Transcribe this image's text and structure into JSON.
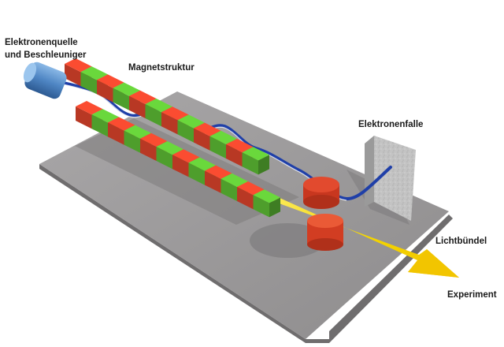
{
  "labels": {
    "source_line1": "Elektronenquelle",
    "source_line2": "und Beschleuniger",
    "magnet": "Magnetstruktur",
    "trap": "Elektronenfalle",
    "beam": "Lichtbündel",
    "experiment": "Experiment"
  },
  "colors": {
    "magnet_red": "#e0442c",
    "magnet_green": "#5fc136",
    "electron_path": "#1f3fa8",
    "light_beam": "#f2d000",
    "source_tube": "#5b93cf",
    "base_plate": "#9c9a9b",
    "trap_block": "#c3c3c3"
  },
  "icons": {
    "source": "cylinder-icon",
    "bending_magnet": "dipole-magnet-icon",
    "beam_arrow": "arrow-icon"
  },
  "undulator": {
    "upper_row": [
      "red",
      "green",
      "red",
      "green",
      "red",
      "green",
      "red",
      "green",
      "red",
      "green",
      "red",
      "green"
    ],
    "lower_row": [
      "red",
      "green",
      "red",
      "green",
      "red",
      "green",
      "red",
      "green",
      "red",
      "green",
      "red",
      "green"
    ]
  }
}
